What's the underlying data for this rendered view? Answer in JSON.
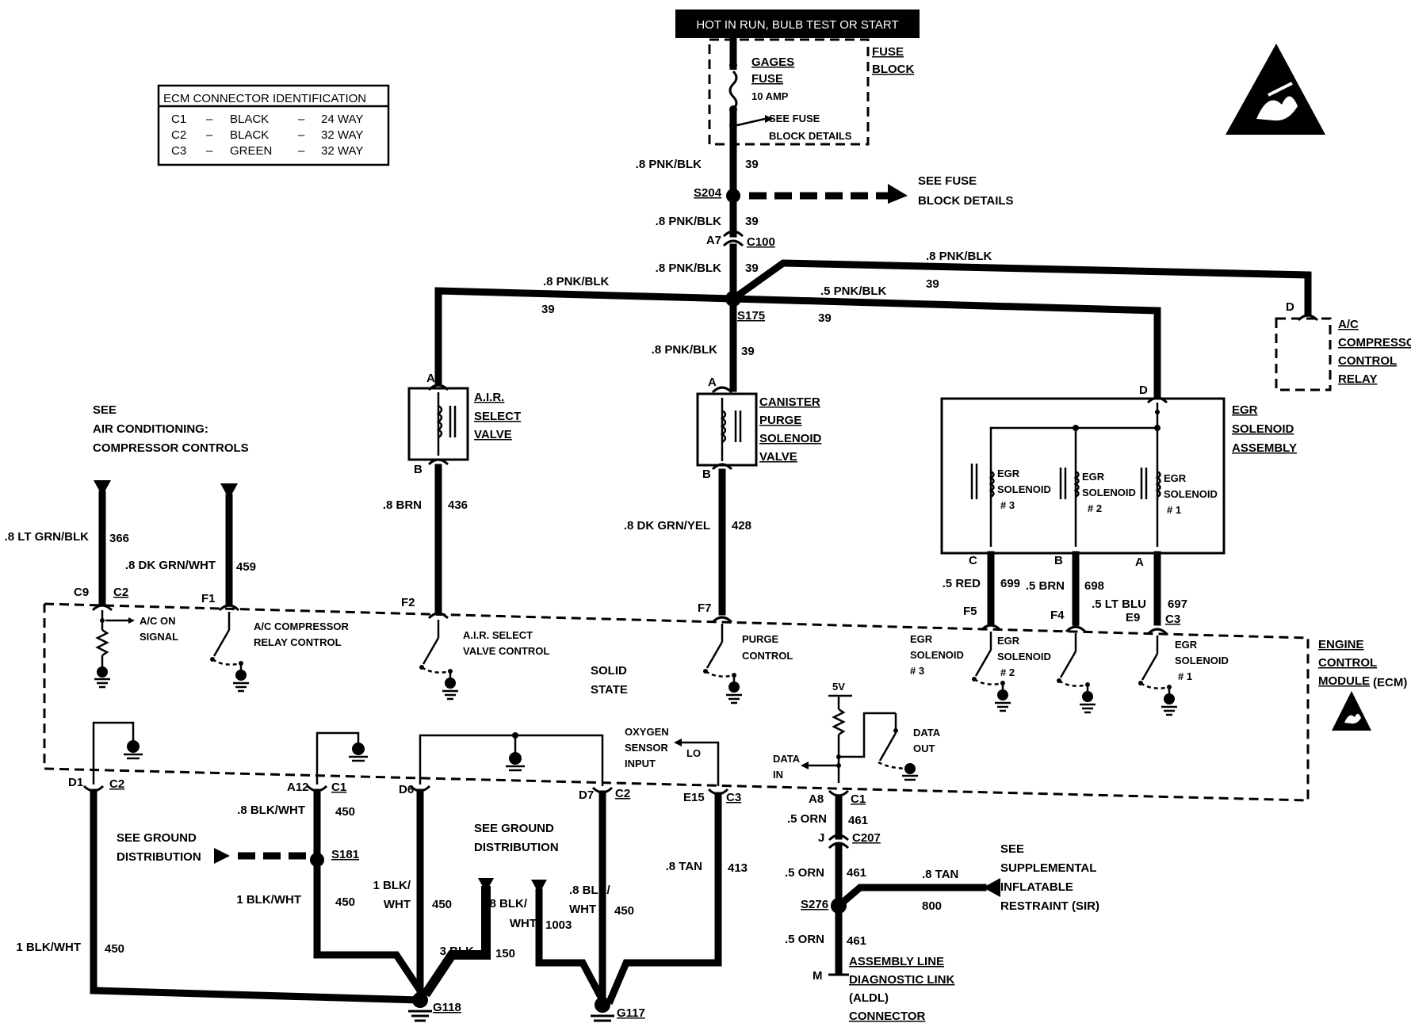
{
  "header": {
    "power_box": "HOT IN RUN, BULB TEST OR START"
  },
  "ecm_table": {
    "title": "ECM CONNECTOR IDENTIFICATION",
    "rows": [
      {
        "id": "C1",
        "color": "BLACK",
        "way": "24 WAY"
      },
      {
        "id": "C2",
        "color": "BLACK",
        "way": "32 WAY"
      },
      {
        "id": "C3",
        "color": "GREEN",
        "way": "32 WAY"
      }
    ],
    "dash": "–"
  },
  "fuse": {
    "block_label": [
      "FUSE",
      "BLOCK"
    ],
    "name": [
      "GAGES",
      "FUSE"
    ],
    "rating": "10 AMP",
    "see": [
      "SEE FUSE",
      "BLOCK DETAILS"
    ]
  },
  "labels": {
    "w_8pnkblk": ".8 PNK/BLK",
    "w_5pnkblk": ".5 PNK/BLK",
    "c39": "39",
    "s204": "S204",
    "s175": "S175",
    "see_fuse_details": [
      "SEE FUSE",
      "BLOCK DETAILS"
    ],
    "a7": "A7",
    "c100": "C100",
    "a": "A",
    "b": "B",
    "c": "C",
    "d": "D",
    "j": "J",
    "m": "M"
  },
  "components": {
    "air_valve": [
      "A.I.R.",
      "SELECT",
      "VALVE"
    ],
    "canister": [
      "CANISTER",
      "PURGE",
      "SOLENOID",
      "VALVE"
    ],
    "ac_relay": [
      "A/C",
      "COMPRESSOR",
      "CONTROL",
      "RELAY"
    ],
    "egr_assembly": [
      "EGR",
      "SOLENOID",
      "ASSEMBLY"
    ],
    "egr_sol": [
      "EGR",
      "SOLENOID"
    ],
    "egr_nums": [
      "# 3",
      "# 2",
      "# 1"
    ],
    "see_ac": [
      "SEE",
      "AIR CONDITIONING:",
      "COMPRESSOR CONTROLS"
    ]
  },
  "wires": {
    "w366": ".8 LT GRN/BLK",
    "n366": "366",
    "w459": ".8 DK GRN/WHT",
    "n459": "459",
    "w436": ".8 BRN",
    "n436": "436",
    "w428": ".8 DK GRN/YEL",
    "n428": "428",
    "w699": ".5 RED",
    "n699": "699",
    "w698": ".5 BRN",
    "n698": "698",
    "w697": ".5 LT BLU",
    "n697": "697",
    "w450": ".8 BLK/WHT",
    "n450": "450",
    "w450b": "1 BLK/WHT",
    "w450c": [
      "1 BLK/",
      "WHT"
    ],
    "w150": "3 BLK",
    "n150": "150",
    "w1003": [
      ".8 BLK/",
      "WHT"
    ],
    "n1003": "1003",
    "w413": ".8 TAN",
    "n413": "413",
    "w461": ".5 ORN",
    "n461": "461",
    "w800": ".8 TAN",
    "n800": "800"
  },
  "pins": {
    "c9": "C9",
    "c2": "C2",
    "f1": "F1",
    "f2": "F2",
    "f7": "F7",
    "f5": "F5",
    "f4": "F4",
    "e9": "E9",
    "c3": "C3",
    "d1": "D1",
    "a12": "A12",
    "c1": "C1",
    "d6": "D6",
    "d7": "D7",
    "e15": "E15",
    "a8": "A8",
    "c207": "C207",
    "s181": "S181",
    "s276": "S276",
    "g118": "G118",
    "g117": "G117"
  },
  "ecm": {
    "label": [
      "ENGINE",
      "CONTROL",
      "MODULE"
    ],
    "suffix": "(ECM)",
    "solid_state": [
      "SOLID",
      "STATE"
    ],
    "ac_on": [
      "A/C ON",
      "SIGNAL"
    ],
    "ac_relay_ctrl": [
      "A/C COMPRESSOR",
      "RELAY CONTROL"
    ],
    "air_ctrl": [
      "A.I.R. SELECT",
      "VALVE CONTROL"
    ],
    "purge_ctrl": [
      "PURGE",
      "CONTROL"
    ],
    "egr_ctrl": [
      "EGR",
      "SOLENOID"
    ],
    "oxygen": [
      "OXYGEN",
      "SENSOR",
      "INPUT"
    ],
    "lo": "LO",
    "v5": "5V",
    "data_in": [
      "DATA",
      "IN"
    ],
    "data_out": [
      "DATA",
      "OUT"
    ]
  },
  "notes": {
    "see_ground": [
      "SEE GROUND",
      "DISTRIBUTION"
    ],
    "see_sir": [
      "SEE",
      "SUPPLEMENTAL",
      "INFLATABLE",
      "RESTRAINT (SIR)"
    ],
    "aldl": [
      "ASSEMBLY LINE",
      "DIAGNOSTIC LINK",
      "(ALDL)",
      "CONNECTOR"
    ]
  },
  "icons": [
    "esd-warning-icon",
    "esd-warning-small-icon",
    "ground-icon",
    "solenoid-coil-icon",
    "switch-icon",
    "resistor-icon",
    "connector-arrow-icon"
  ]
}
